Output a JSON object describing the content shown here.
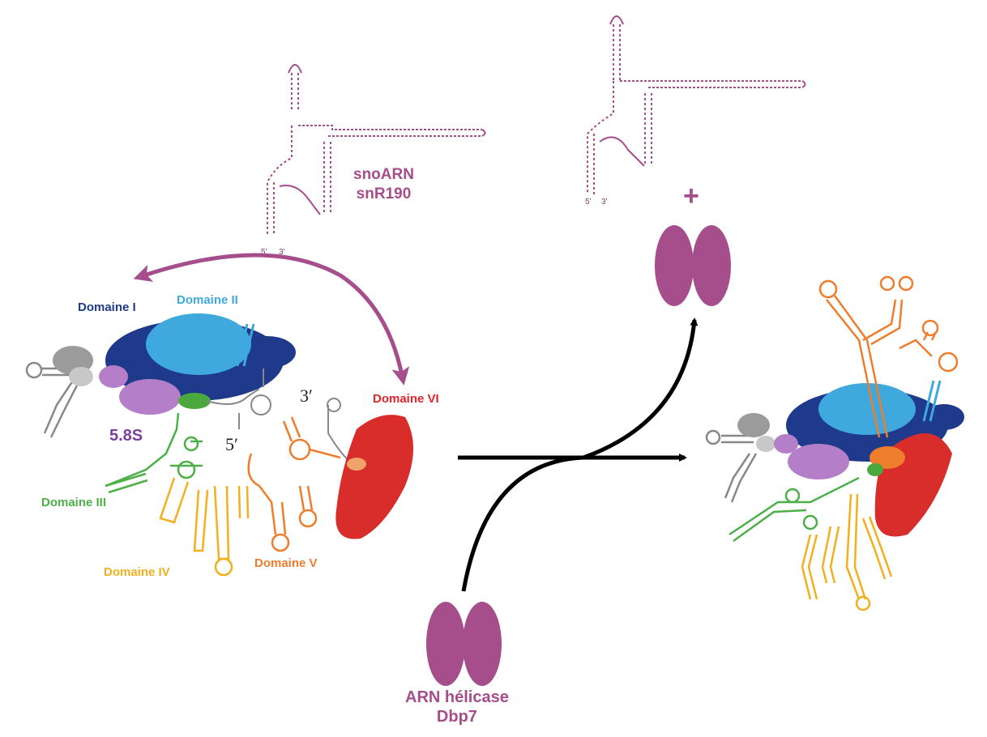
{
  "labels": {
    "domain_1": "Domaine I",
    "domain_2": "Domaine II",
    "domain_3": "Domaine III",
    "domain_4": "Domaine IV",
    "domain_5": "Domaine V",
    "domain_6": "Domaine VI",
    "rrna_58s": "5.8S",
    "end_5": "5′",
    "end_3": "3′"
  },
  "snorna": {
    "line1": "snoARN",
    "line2": "snR190",
    "end5": "5'",
    "end3": "3'"
  },
  "helicase": {
    "line1": "ARN hélicase",
    "line2": "Dbp7"
  },
  "plus_sign": "+",
  "colors": {
    "snorna_purple": "#a64d8c",
    "domain_1": "#1f3a8a",
    "domain_2": "#3fa9dd",
    "domain_3": "#4cb048",
    "domain_4": "#f2b01e",
    "domain_5": "#ee7d2d",
    "domain_6": "#e0242c",
    "rrna_58s": "#b47fc8",
    "arrow": "#000000"
  }
}
